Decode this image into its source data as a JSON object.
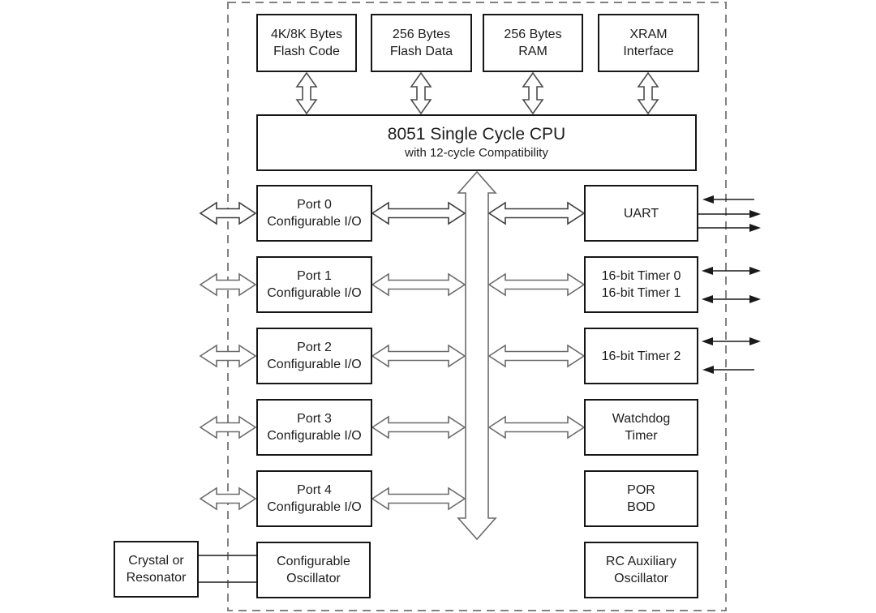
{
  "memory_row": [
    {
      "lines": [
        "4K/8K Bytes",
        "Flash Code"
      ]
    },
    {
      "lines": [
        "256 Bytes",
        "Flash Data"
      ]
    },
    {
      "lines": [
        "256 Bytes",
        "RAM"
      ]
    },
    {
      "lines": [
        "XRAM",
        "Interface"
      ]
    }
  ],
  "cpu": {
    "title": "8051 Single Cycle CPU",
    "subtitle": "with 12-cycle Compatibility"
  },
  "ports": [
    {
      "lines": [
        "Port 0",
        "Configurable I/O"
      ]
    },
    {
      "lines": [
        "Port 1",
        "Configurable I/O"
      ]
    },
    {
      "lines": [
        "Port 2",
        "Configurable I/O"
      ]
    },
    {
      "lines": [
        "Port 3",
        "Configurable I/O"
      ]
    },
    {
      "lines": [
        "Port 4",
        "Configurable I/O"
      ]
    }
  ],
  "peripherals": [
    {
      "lines": [
        "UART"
      ]
    },
    {
      "lines": [
        "16-bit Timer 0",
        "16-bit Timer 1"
      ]
    },
    {
      "lines": [
        "16-bit Timer 2"
      ]
    },
    {
      "lines": [
        "Watchdog",
        "Timer"
      ]
    },
    {
      "lines": [
        "POR",
        "BOD"
      ]
    },
    {
      "lines": [
        "RC Auxiliary",
        "Oscillator"
      ]
    }
  ],
  "clock": {
    "external": {
      "lines": [
        "Crystal or",
        "Resonator"
      ]
    },
    "internal": {
      "lines": [
        "Configurable",
        "Oscillator"
      ]
    }
  },
  "colors": {
    "box_border": "#161616",
    "text": "#1d1d1d",
    "hollow_arrow": "#6b6b6b",
    "hollow_arrow_dark": "#3d3d3d",
    "signal_arrow": "#1a1a1a",
    "chip_boundary": "#828282",
    "background": "#ffffff"
  }
}
